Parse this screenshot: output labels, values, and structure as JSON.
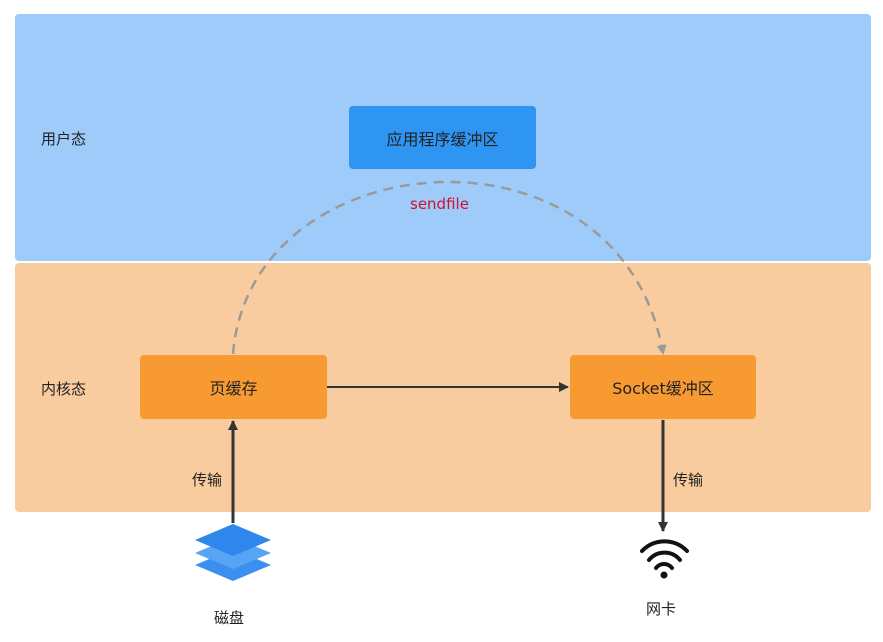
{
  "zones": {
    "user": {
      "label": "用户态",
      "color": "#9ecbfa"
    },
    "kernel": {
      "label": "内核态",
      "color": "#f9cc9f"
    }
  },
  "nodes": {
    "app_buffer": "应用程序缓冲区",
    "page_cache": "页缓存",
    "socket_buffer": "Socket缓冲区"
  },
  "labels": {
    "sendfile": "sendfile",
    "transfer_in": "传输",
    "transfer_out": "传输",
    "disk": "磁盘",
    "nic": "网卡"
  },
  "icons": {
    "disk": "layers-icon",
    "nic": "wifi-icon"
  },
  "colors": {
    "app_buffer": "#2f95f3",
    "kernel_box": "#f89a32",
    "sendfile_text": "#d0112b",
    "arrow": "#333333",
    "dashed_arc": "#9a9a9a"
  }
}
